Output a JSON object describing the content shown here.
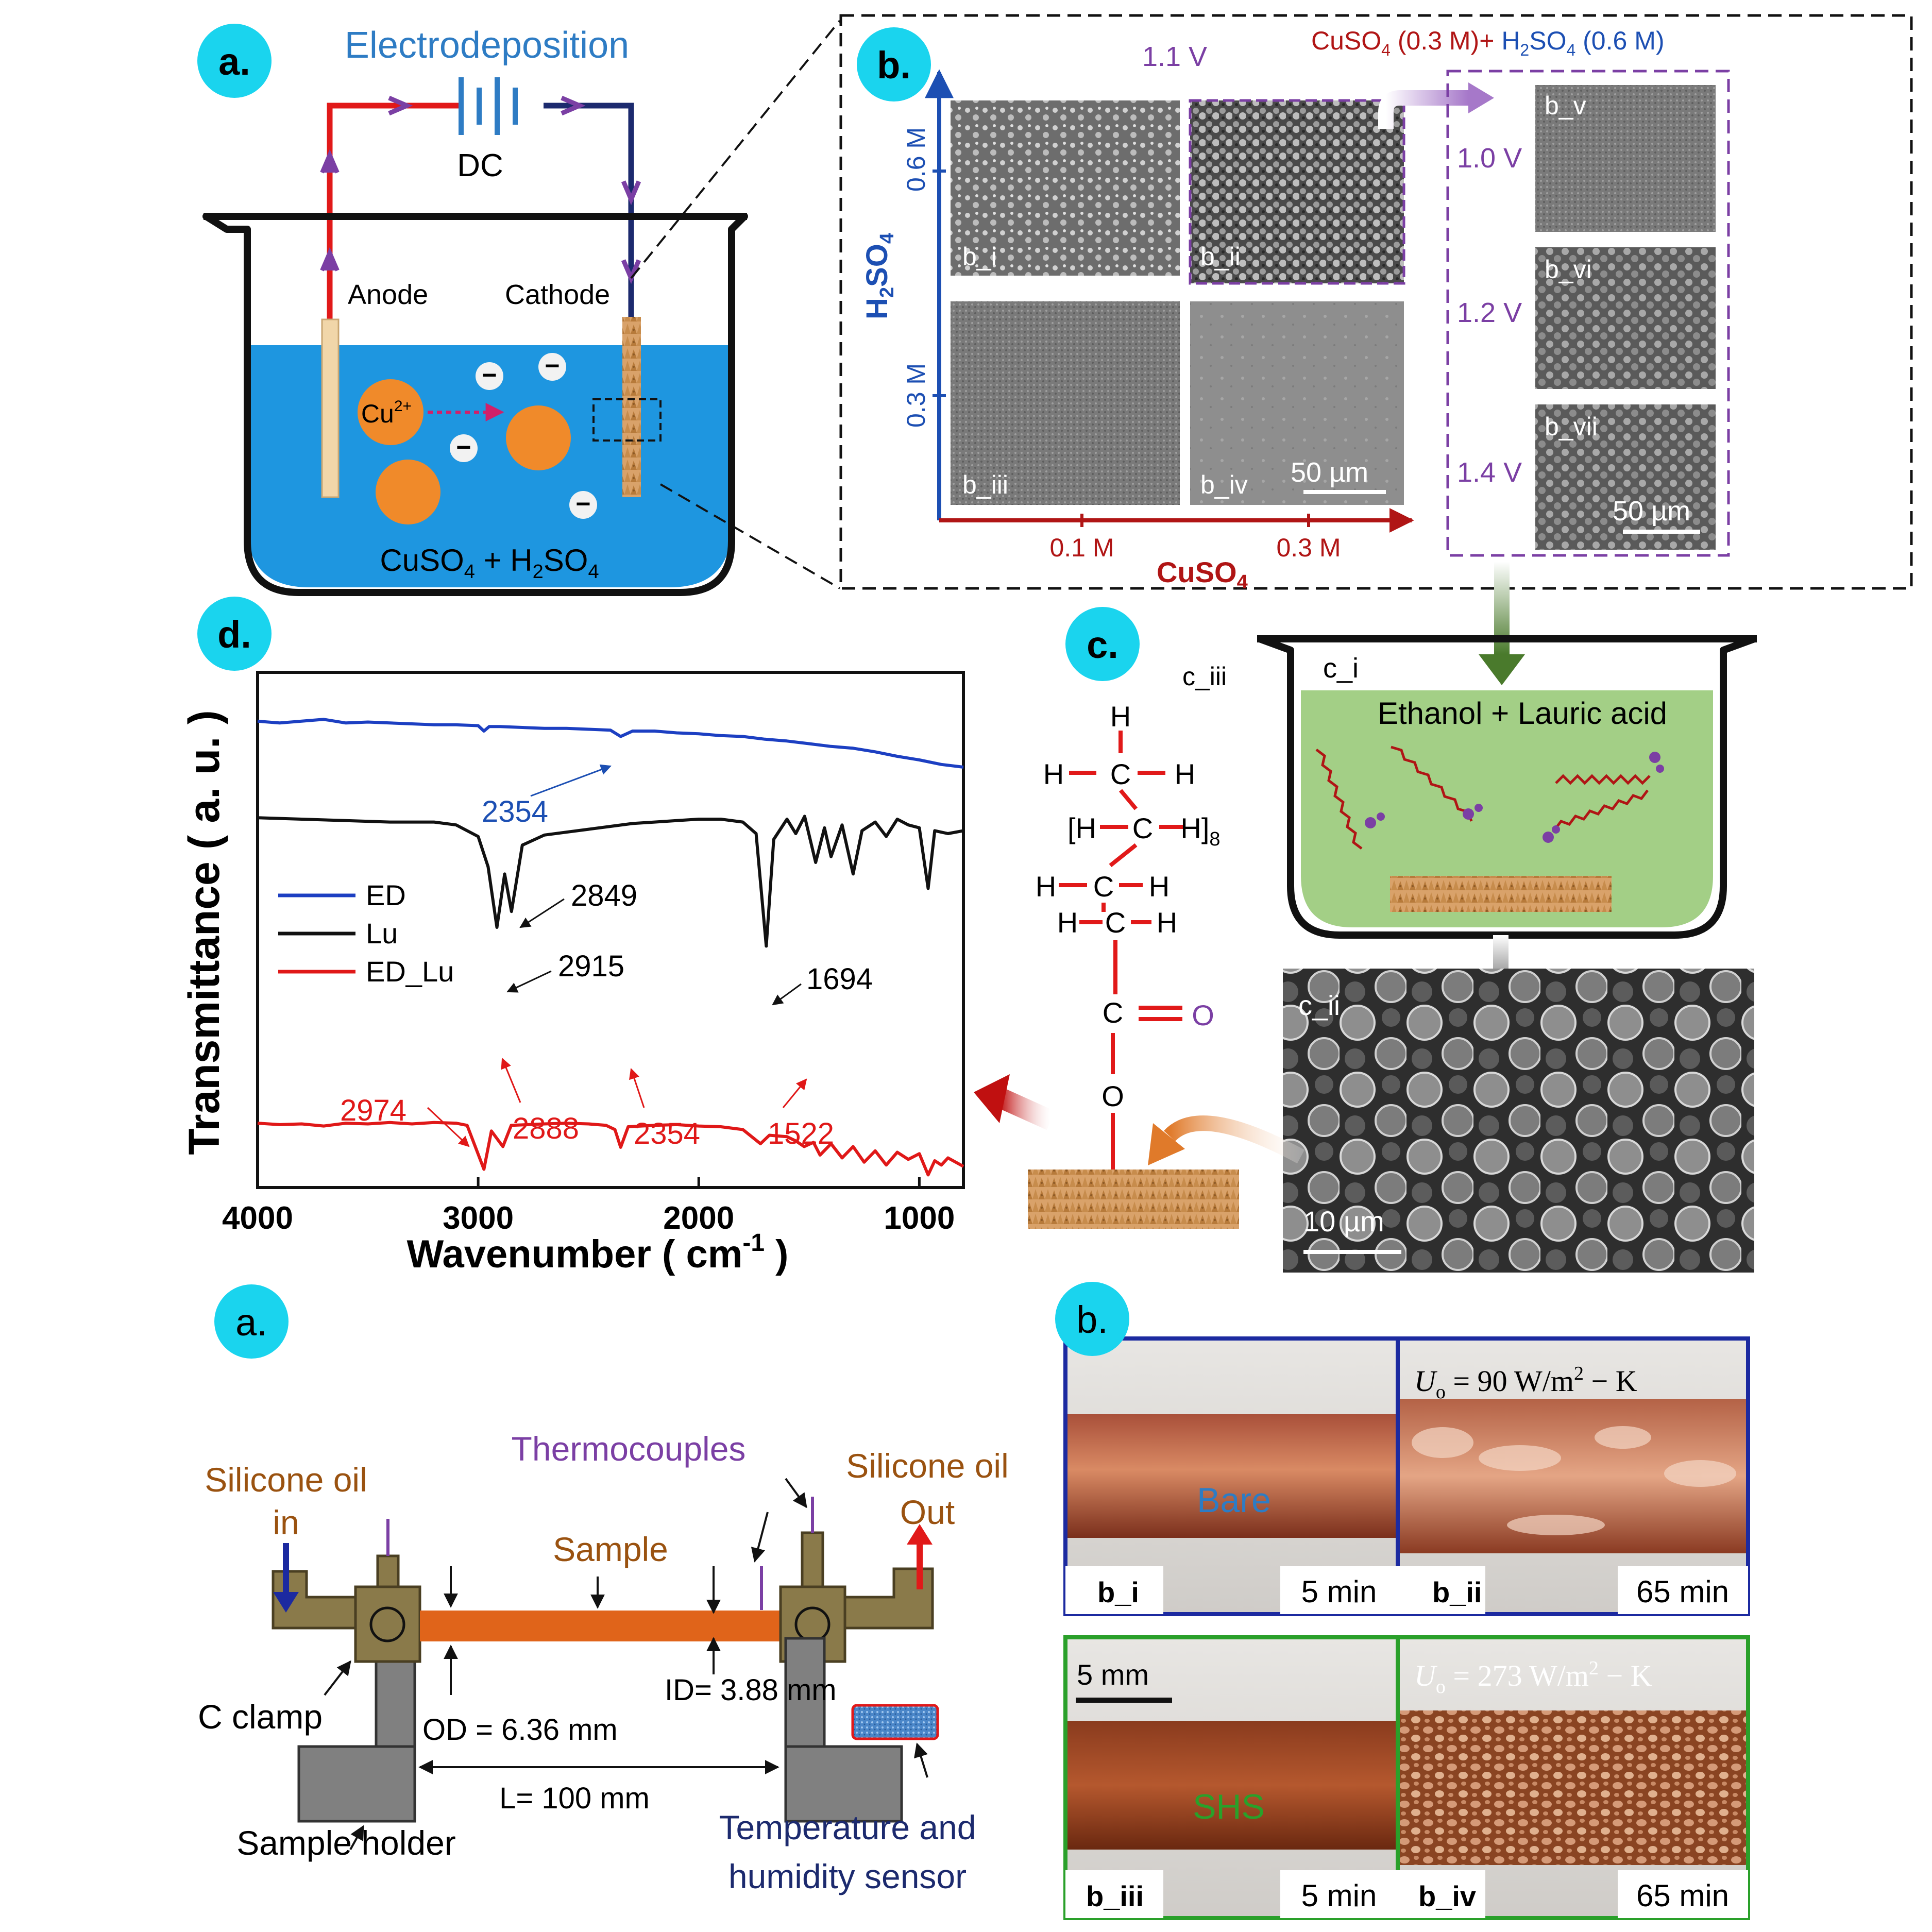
{
  "colors": {
    "badge": "#1ad4ee",
    "water": "#1e96e0",
    "green_bath": "#a3cf86",
    "red": "#e11919",
    "navy": "#1c2a6e",
    "purple": "#7b3fa4",
    "dark_red": "#b01515",
    "blue": "#1c4fb3",
    "copper": "#e0641a",
    "brown": "#9a5210",
    "holder": "#8a7a4a",
    "gray": "#7d7d7d"
  },
  "badges": {
    "a_top": "a.",
    "b_top": "b.",
    "c": "c.",
    "d": "d.",
    "a_bottom": "a.",
    "b_bottom": "b."
  },
  "panel_a": {
    "title": "Electrodeposition",
    "dc": "DC",
    "anode": "Anode",
    "cathode": "Cathode",
    "ion": "Cu",
    "ion_charge": "2+",
    "neg": "−",
    "bath": "CuSO",
    "bath_sub1": "4",
    "bath_mid": " + H",
    "bath_sub2": "2",
    "bath_end": "SO",
    "bath_sub3": "4"
  },
  "panel_b": {
    "voltage_top": "1.1 V",
    "condition": "CuSO",
    "cond_sub1": "4",
    "cond_mid": " (0.3 M)+ ",
    "cond_h": "H",
    "cond_sub2": "2",
    "cond_so": "SO",
    "cond_sub3": "4",
    "cond_end": " (0.6 M)",
    "y_axis_title": "H",
    "y_axis_sub1": "2",
    "y_axis_mid": "SO",
    "y_axis_sub2": "4",
    "y_tick_high": "0.6 M",
    "y_tick_low": "0.3 M",
    "x_tick_low": "0.1 M",
    "x_tick_high": "0.3 M",
    "x_axis_title": "CuSO",
    "x_axis_sub": "4",
    "img_i": "b_i",
    "img_ii": "b_ii",
    "img_iii": "b_iii",
    "img_iv": "b_iv",
    "scale_left": "50 µm",
    "img_v": "b_v",
    "img_vi": "b_vi",
    "img_vii": "b_vii",
    "v_v": "1.0 V",
    "v_vi": "1.2 V",
    "v_vii": "1.4 V",
    "scale_right": "50 µm"
  },
  "panel_c": {
    "c_i": "c_i",
    "c_iii": "c_iii",
    "bath": "Ethanol + Lauric acid",
    "c_ii": "c_ii",
    "scale": "10 µm",
    "molecule": {
      "h_top": "H",
      "row1_left": "H",
      "row1_c": "C",
      "row1_right": "H",
      "row2_open": "[H",
      "row2_c": "C",
      "row2_close": "H]",
      "row2_sub": "8",
      "row3_left": "H",
      "row3_c": "C",
      "row3_right": "H",
      "row4_left": "H",
      "row4_c": "C",
      "row4_right": "H",
      "carbonyl_c": "C",
      "carbonyl_o": "O",
      "ester_o": "O"
    }
  },
  "chart_data": {
    "type": "line",
    "xlabel": "Wavenumber ( cm",
    "xlabel_sup": "-1",
    "xlabel_end": " )",
    "ylabel": "Transmittance ( a. u. )",
    "x_range": [
      4000,
      800
    ],
    "x_ticks": [
      4000,
      3000,
      2000,
      1000
    ],
    "legend": "left-middle",
    "series": [
      {
        "name": "ED",
        "color": "#1c3fc2",
        "points": [
          [
            4000,
            0.915
          ],
          [
            3900,
            0.905
          ],
          [
            3800,
            0.915
          ],
          [
            3700,
            0.925
          ],
          [
            3600,
            0.905
          ],
          [
            3500,
            0.91
          ],
          [
            3400,
            0.905
          ],
          [
            3300,
            0.9
          ],
          [
            3200,
            0.895
          ],
          [
            3100,
            0.895
          ],
          [
            3000,
            0.89
          ],
          [
            2974,
            0.86
          ],
          [
            2950,
            0.885
          ],
          [
            2900,
            0.885
          ],
          [
            2800,
            0.88
          ],
          [
            2700,
            0.875
          ],
          [
            2600,
            0.875
          ],
          [
            2500,
            0.87
          ],
          [
            2400,
            0.865
          ],
          [
            2354,
            0.83
          ],
          [
            2300,
            0.86
          ],
          [
            2200,
            0.86
          ],
          [
            2100,
            0.85
          ],
          [
            2000,
            0.845
          ],
          [
            1900,
            0.835
          ],
          [
            1800,
            0.83
          ],
          [
            1700,
            0.815
          ],
          [
            1600,
            0.805
          ],
          [
            1500,
            0.79
          ],
          [
            1400,
            0.775
          ],
          [
            1300,
            0.765
          ],
          [
            1200,
            0.745
          ],
          [
            1100,
            0.72
          ],
          [
            1000,
            0.7
          ],
          [
            900,
            0.675
          ],
          [
            800,
            0.66
          ]
        ]
      },
      {
        "name": "Lu",
        "color": "#111111",
        "points": [
          [
            4000,
            0.755
          ],
          [
            3800,
            0.75
          ],
          [
            3600,
            0.745
          ],
          [
            3400,
            0.74
          ],
          [
            3200,
            0.74
          ],
          [
            3100,
            0.73
          ],
          [
            3000,
            0.69
          ],
          [
            2955,
            0.585
          ],
          [
            2915,
            0.375
          ],
          [
            2880,
            0.56
          ],
          [
            2849,
            0.43
          ],
          [
            2800,
            0.66
          ],
          [
            2700,
            0.695
          ],
          [
            2600,
            0.705
          ],
          [
            2500,
            0.715
          ],
          [
            2400,
            0.725
          ],
          [
            2300,
            0.735
          ],
          [
            2200,
            0.74
          ],
          [
            2100,
            0.745
          ],
          [
            2000,
            0.75
          ],
          [
            1900,
            0.75
          ],
          [
            1800,
            0.74
          ],
          [
            1740,
            0.7
          ],
          [
            1694,
            0.31
          ],
          [
            1660,
            0.68
          ],
          [
            1600,
            0.75
          ],
          [
            1560,
            0.7
          ],
          [
            1520,
            0.76
          ],
          [
            1470,
            0.6
          ],
          [
            1430,
            0.72
          ],
          [
            1400,
            0.62
          ],
          [
            1350,
            0.73
          ],
          [
            1300,
            0.56
          ],
          [
            1260,
            0.71
          ],
          [
            1200,
            0.74
          ],
          [
            1150,
            0.69
          ],
          [
            1100,
            0.75
          ],
          [
            1050,
            0.73
          ],
          [
            1000,
            0.72
          ],
          [
            960,
            0.51
          ],
          [
            930,
            0.71
          ],
          [
            870,
            0.7
          ],
          [
            800,
            0.71
          ]
        ]
      },
      {
        "name": "ED_Lu",
        "color": "#e01818",
        "points": [
          [
            4000,
            0.345
          ],
          [
            3900,
            0.335
          ],
          [
            3800,
            0.34
          ],
          [
            3700,
            0.325
          ],
          [
            3600,
            0.345
          ],
          [
            3500,
            0.34
          ],
          [
            3400,
            0.35
          ],
          [
            3300,
            0.34
          ],
          [
            3200,
            0.35
          ],
          [
            3100,
            0.345
          ],
          [
            3050,
            0.33
          ],
          [
            2974,
            0.02
          ],
          [
            2940,
            0.29
          ],
          [
            2888,
            0.18
          ],
          [
            2850,
            0.33
          ],
          [
            2700,
            0.34
          ],
          [
            2600,
            0.345
          ],
          [
            2500,
            0.34
          ],
          [
            2420,
            0.33
          ],
          [
            2380,
            0.3
          ],
          [
            2354,
            0.175
          ],
          [
            2320,
            0.32
          ],
          [
            2200,
            0.33
          ],
          [
            2100,
            0.335
          ],
          [
            2000,
            0.325
          ],
          [
            1900,
            0.32
          ],
          [
            1800,
            0.3
          ],
          [
            1720,
            0.2
          ],
          [
            1680,
            0.26
          ],
          [
            1600,
            0.25
          ],
          [
            1560,
            0.22
          ],
          [
            1522,
            0.18
          ],
          [
            1480,
            0.21
          ],
          [
            1450,
            0.12
          ],
          [
            1400,
            0.2
          ],
          [
            1350,
            0.1
          ],
          [
            1300,
            0.18
          ],
          [
            1250,
            0.07
          ],
          [
            1200,
            0.15
          ],
          [
            1150,
            0.05
          ],
          [
            1100,
            0.14
          ],
          [
            1050,
            0.09
          ],
          [
            1000,
            0.13
          ],
          [
            960,
            -0.02
          ],
          [
            930,
            0.08
          ],
          [
            900,
            0.05
          ],
          [
            870,
            0.1
          ],
          [
            800,
            0.04
          ]
        ]
      }
    ],
    "annotations": [
      {
        "text": "2354",
        "color": "#1c4fb3"
      },
      {
        "text": "2849",
        "color": "#111111"
      },
      {
        "text": "2915",
        "color": "#111111"
      },
      {
        "text": "1694",
        "color": "#111111"
      },
      {
        "text": "2974",
        "color": "#e01818"
      },
      {
        "text": "2888",
        "color": "#e01818"
      },
      {
        "text": "2354",
        "color": "#e01818"
      },
      {
        "text": "1522",
        "color": "#e01818"
      }
    ]
  },
  "setup": {
    "oil_in_1": "Silicone oil",
    "oil_in_2": "in",
    "thermocouples": "Thermocouples",
    "oil_out_1": "Silicone oil",
    "oil_out_2": "Out",
    "sample": "Sample",
    "id": "ID= 3.88 mm",
    "od": "OD = 6.36 mm",
    "clamp": "C clamp",
    "length": "L= 100 mm",
    "holder": "Sample holder",
    "sensor_1": "Temperature and",
    "sensor_2": "humidity sensor"
  },
  "photos": {
    "b_i": "b_i",
    "b_i_time": "5 min",
    "bare": "Bare",
    "b_ii": "b_ii",
    "b_ii_time": "65 min",
    "u_bare": "U",
    "u_bare_sub": "o",
    "u_bare_val": " = 90 W/m",
    "u_bare_sup": "2",
    "u_bare_end": " − K",
    "scale": "5 mm",
    "b_iii": "b_iii",
    "b_iii_time": "5 min",
    "shs": "SHS",
    "b_iv": "b_iv",
    "b_iv_time": "65 min",
    "u_shs": "U",
    "u_shs_sub": "o",
    "u_shs_val": " = 273 W/m",
    "u_shs_sup": "2",
    "u_shs_end": " − K"
  }
}
